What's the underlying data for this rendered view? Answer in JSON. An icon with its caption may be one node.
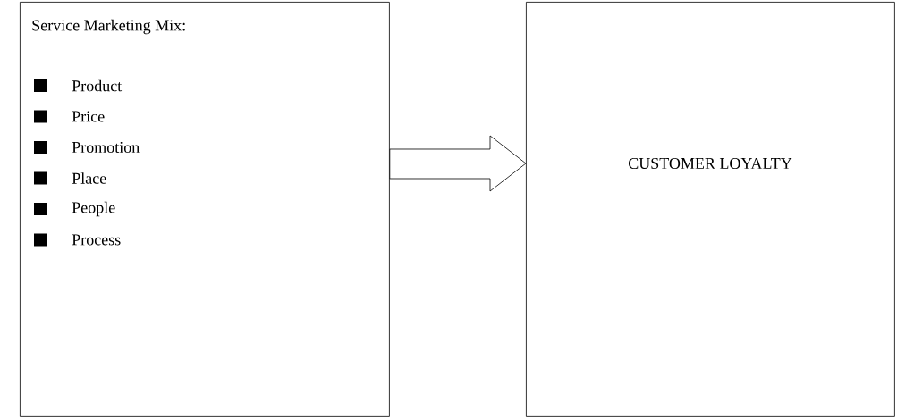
{
  "diagram": {
    "nodes": [
      {
        "text": [
          "Service Marketing Mix:",
          "Product",
          "Price",
          "Promotion",
          "Place",
          "People",
          "Process"
        ]
      },
      {
        "text": [
          "CUSTOMER LOYALTY"
        ]
      }
    ],
    "edges": [
      {
        "from": 0,
        "to": 1,
        "arrow": "to"
      }
    ]
  }
}
